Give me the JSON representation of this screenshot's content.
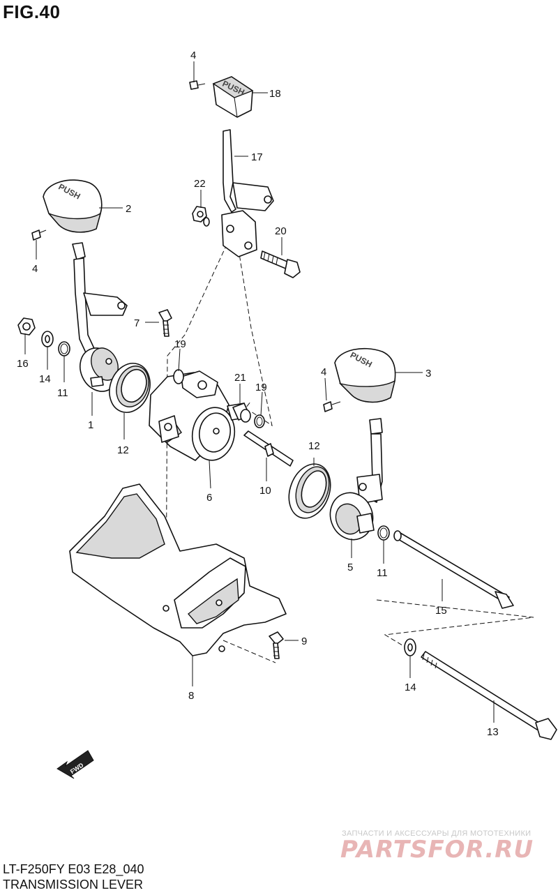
{
  "header": {
    "figure_title": "FIG.40"
  },
  "footer": {
    "model_code": "LT-F250FY E03 E28_040",
    "section_title": "TRANSMISSION LEVER"
  },
  "watermark": {
    "caption": "ЗАПЧАСТИ И АКСЕССУАРЫ ДЛЯ МОТОТЕХНИКИ",
    "logo": "PARTSFOR.RU"
  },
  "diagram": {
    "fwd_label": "FWD",
    "knob_text": "PUSH",
    "callouts": {
      "c4_top": "4",
      "c18": "18",
      "c17": "17",
      "c22": "22",
      "c2": "2",
      "c20": "20",
      "c4_left": "4",
      "c7": "7",
      "c19_left": "19",
      "c16": "16",
      "c14_left": "14",
      "c11_left": "11",
      "c21": "21",
      "c19_right": "19",
      "c4_right": "4",
      "c3": "3",
      "c1": "1",
      "c12_left": "12",
      "c6": "6",
      "c10": "10",
      "c12_right": "12",
      "c5": "5",
      "c11_right": "11",
      "c15": "15",
      "c9": "9",
      "c14_right": "14",
      "c8": "8",
      "c13": "13"
    }
  }
}
